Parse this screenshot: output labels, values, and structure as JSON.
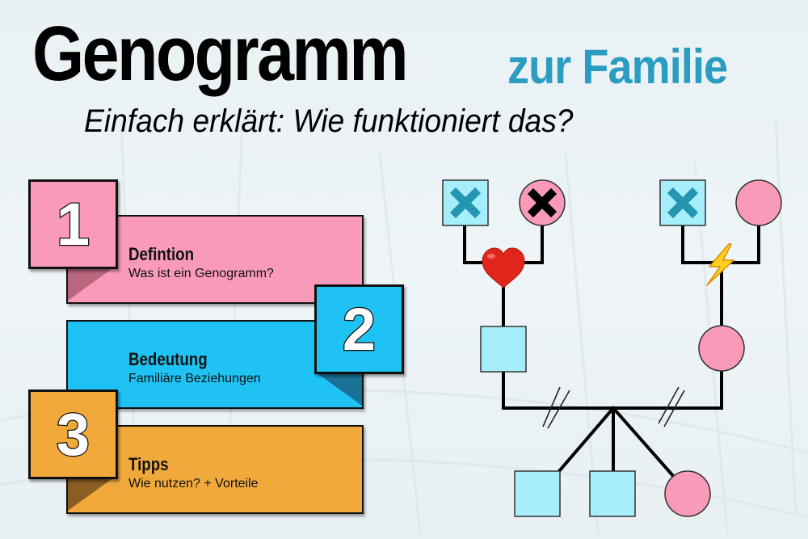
{
  "header": {
    "title_main": "Genogramm",
    "title_accent": "zur Familie",
    "subtitle": "Einfach erklärt: Wie funktioniert das?"
  },
  "colors": {
    "accent_blue": "#2a9dc1",
    "pink": "#f99ab8",
    "cyan": "#1fc3f3",
    "orange": "#f1a93c",
    "male_fill": "#a6eefb",
    "female_fill": "#f99ab8",
    "cross_blue": "#2496b1"
  },
  "sections": [
    {
      "number": "1",
      "label": "Defintion",
      "description": "Was ist ein Genogramm?",
      "color": "#f99ab8"
    },
    {
      "number": "2",
      "label": "Bedeutung",
      "description": "Familiäre Beziehungen",
      "color": "#1fc3f3"
    },
    {
      "number": "3",
      "label": "Tipps",
      "description": "Wie nutzen? + Vorteile",
      "color": "#f1a93c"
    }
  ],
  "genogram": {
    "grandparents_left": {
      "male": {
        "shape": "square",
        "status": "deceased",
        "icon": "cross-icon"
      },
      "female": {
        "shape": "circle",
        "status": "deceased",
        "icon": "cross-icon"
      },
      "relationship": {
        "type": "love",
        "icon": "heart-icon",
        "glyph": "❤️"
      }
    },
    "grandparents_right": {
      "male": {
        "shape": "square",
        "status": "deceased",
        "icon": "cross-icon"
      },
      "female": {
        "shape": "circle",
        "status": "alive"
      },
      "relationship": {
        "type": "conflict",
        "icon": "lightning-icon",
        "glyph": "⚡"
      }
    },
    "parents": {
      "father": {
        "shape": "square"
      },
      "mother": {
        "shape": "circle"
      },
      "relationship": {
        "type": "divorced",
        "marker": "double-slash"
      }
    },
    "children": [
      {
        "shape": "square",
        "gender": "male"
      },
      {
        "shape": "square",
        "gender": "male"
      },
      {
        "shape": "circle",
        "gender": "female"
      }
    ]
  }
}
